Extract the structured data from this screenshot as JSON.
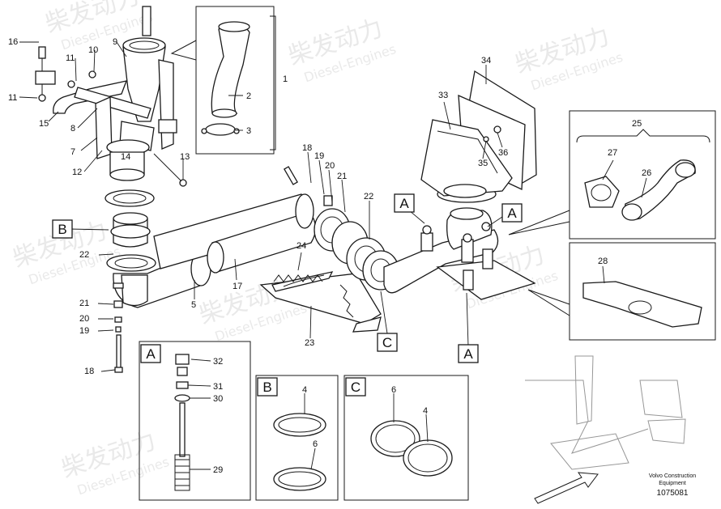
{
  "watermark": {
    "cn": "柴发动力",
    "en": "Diesel-Engines"
  },
  "callouts": {
    "a": "A",
    "b": "B",
    "c": "C"
  },
  "parts": {
    "p1": "1",
    "p2": "2",
    "p3": "3",
    "p4": "4",
    "p5": "5",
    "p6": "6",
    "p7": "7",
    "p8": "8",
    "p9": "9",
    "p10": "10",
    "p11": "11",
    "p12": "12",
    "p13": "13",
    "p14": "14",
    "p15": "15",
    "p16": "16",
    "p17": "17",
    "p18": "18",
    "p19": "19",
    "p20": "20",
    "p21": "21",
    "p22": "22",
    "p23": "23",
    "p24": "24",
    "p25": "25",
    "p26": "26",
    "p27": "27",
    "p28": "28",
    "p29": "29",
    "p30": "30",
    "p31": "31",
    "p32": "32",
    "p33": "33",
    "p34": "34",
    "p35": "35",
    "p36": "36"
  },
  "footer": {
    "brand_line1": "Volvo Construction",
    "brand_line2": "Equipment",
    "drawing_number": "1075081"
  }
}
